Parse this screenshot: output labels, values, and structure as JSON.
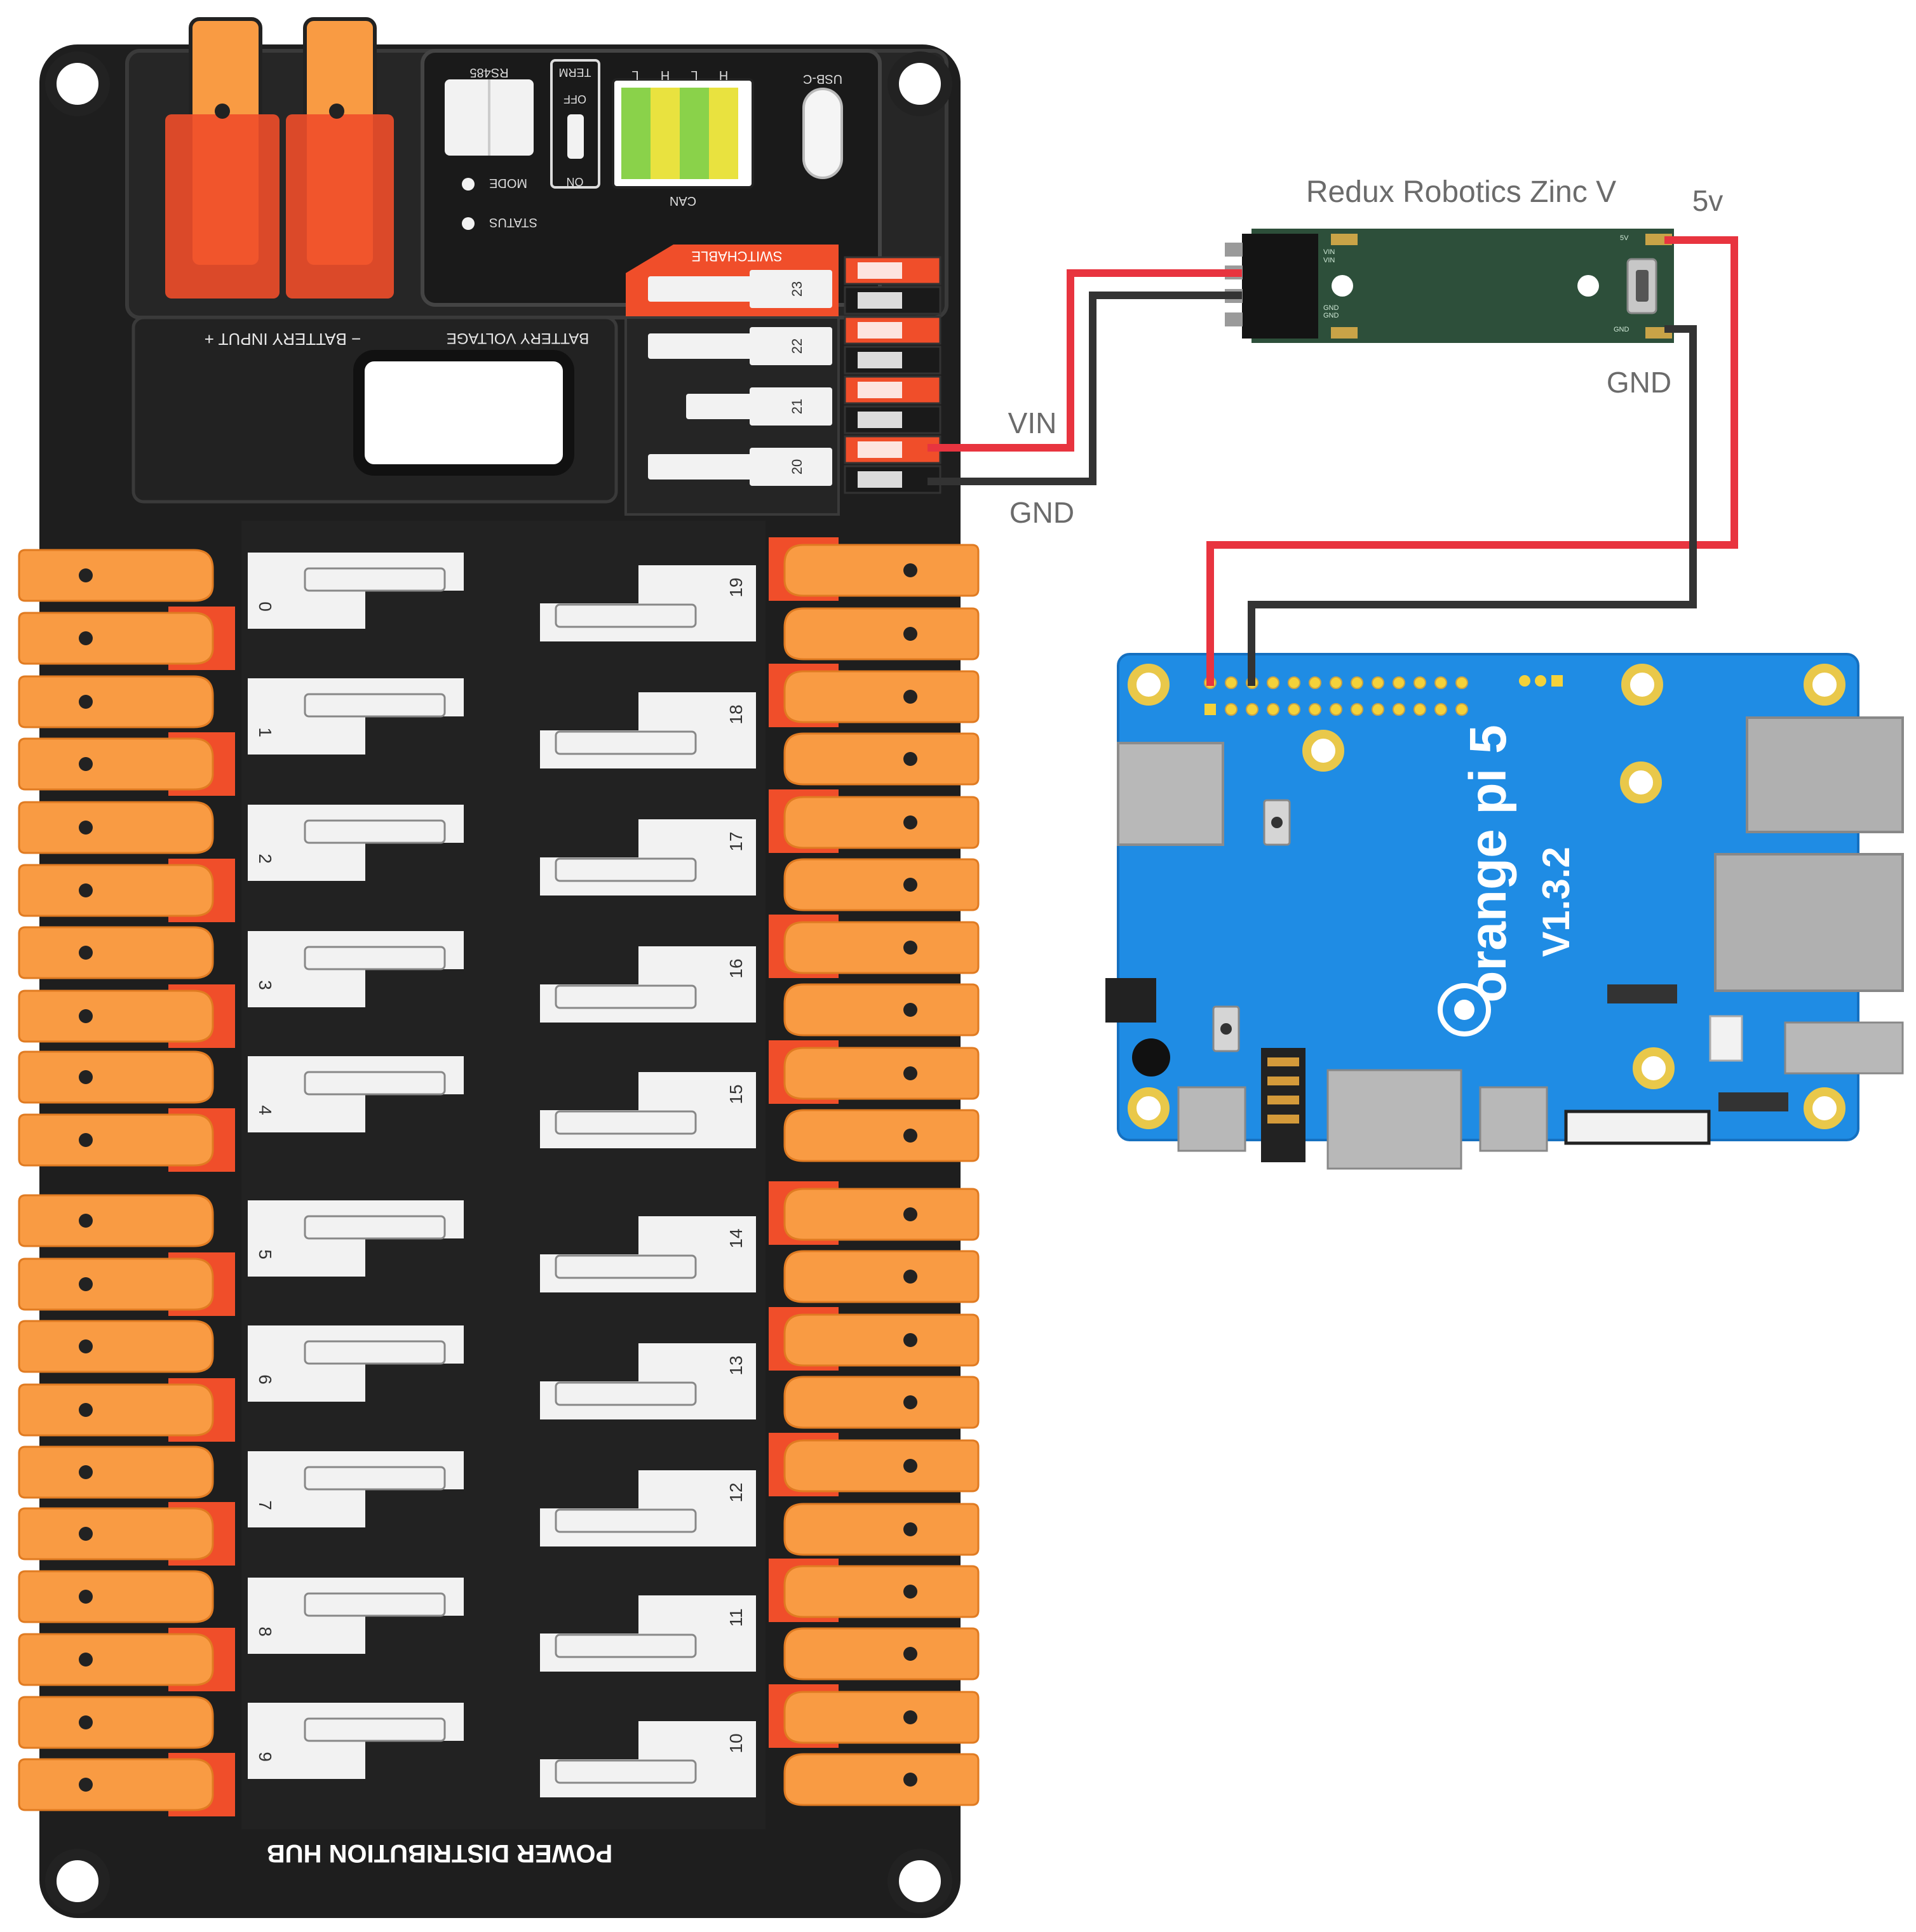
{
  "labels": {
    "zinc_title": "Redux Robotics Zinc V",
    "zinc_5v": "5v",
    "zinc_gnd": "GND",
    "wire_vin": "VIN",
    "wire_gnd": "GND",
    "zinc_pin_5v": "5V",
    "zinc_pin_vin1": "VIN",
    "zinc_pin_vin2": "VIN",
    "zinc_pin_gnd1": "GND",
    "zinc_pin_gnd2": "GND",
    "zinc_pin_gnd3": "GND"
  },
  "pdh": {
    "title": "POWER DISTRIBUTION HUB",
    "battery_input": "−  BATTERY INPUT  +",
    "battery_voltage": "BATTERY VOLTAGE",
    "switchable": "SWITCHABLE",
    "rs485": "RS485",
    "term": "TERM",
    "off": "OFF",
    "on": "ON",
    "can": "CAN",
    "usbc": "USB-C",
    "mode": "MODE",
    "status": "STATUS",
    "can_pins": [
      "L",
      "H",
      "L",
      "H"
    ],
    "left_channels": [
      "0",
      "1",
      "2",
      "3",
      "4",
      "5",
      "6",
      "7",
      "8",
      "9"
    ],
    "right_channels": [
      "19",
      "18",
      "17",
      "16",
      "15",
      "14",
      "13",
      "12",
      "11",
      "10"
    ],
    "small_channels": [
      "23",
      "22",
      "21",
      "20"
    ]
  },
  "opi": {
    "brand": "orange pi 5",
    "version": "V1.3.2"
  },
  "colors": {
    "red_wire": "#e8343f",
    "black_wire": "#333333",
    "pdh_body": "#1e1e1e",
    "lever_orange": "#f99b43",
    "lever_red": "#f04e2a",
    "zinc_board": "#2d4f3a",
    "opi_board": "#1f8ce4",
    "label_gray": "#6b6b6b"
  }
}
